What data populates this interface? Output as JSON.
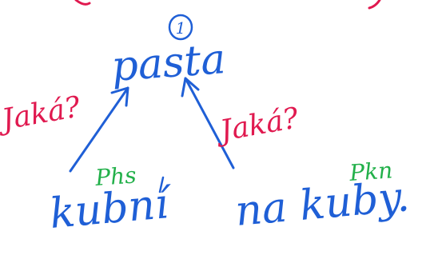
{
  "colors": {
    "blue": "#1f5fd6",
    "red": "#e0194f",
    "green": "#22b04a",
    "background": "#ffffff"
  },
  "diagram": {
    "node_number": "1",
    "top_word": "pasta",
    "question_left": "Jaká?",
    "question_right": "Jaká?",
    "tag_left": "Phs",
    "tag_right": "Pkn",
    "word_left": "kubní",
    "word_right": "na kuby."
  }
}
